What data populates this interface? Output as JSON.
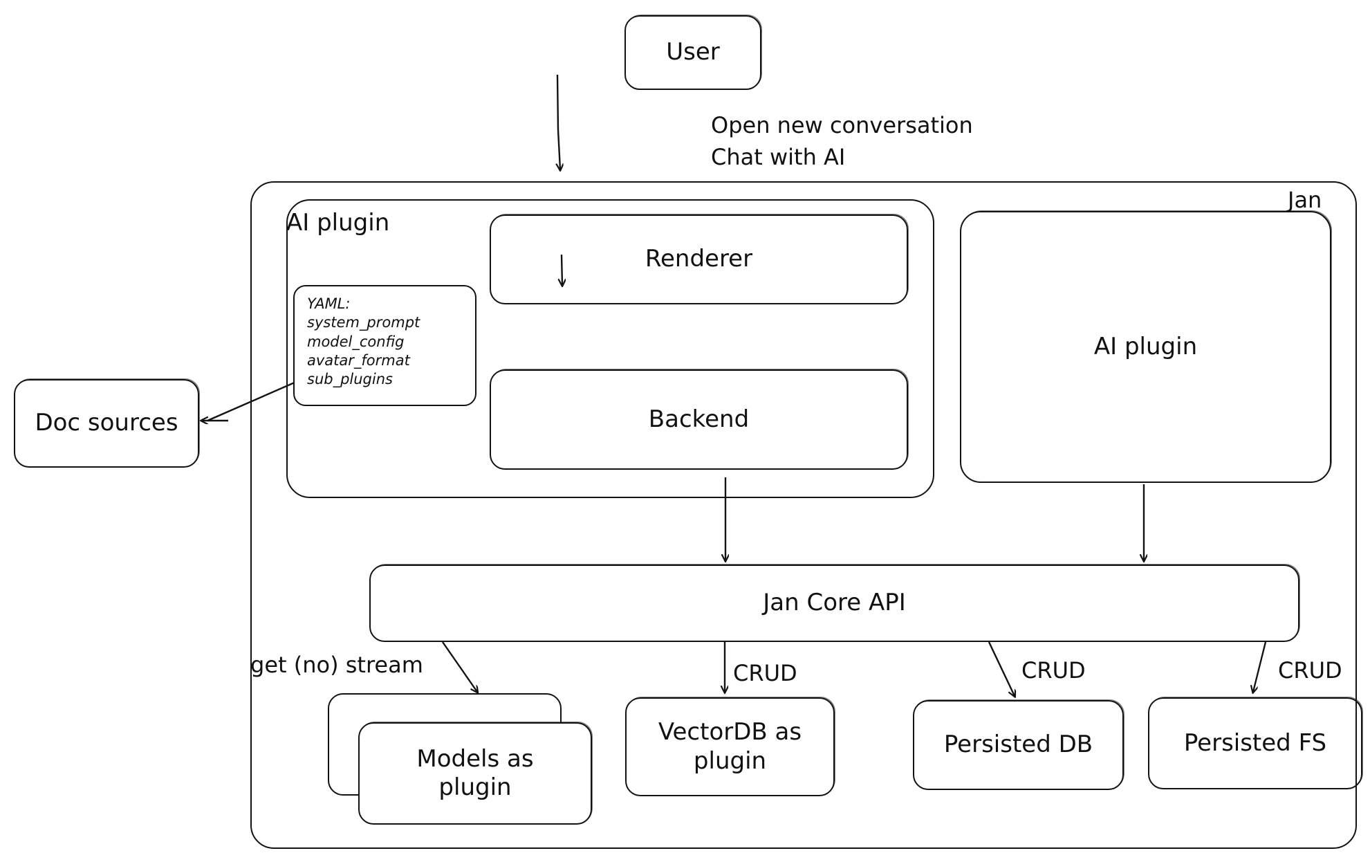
{
  "diagram": {
    "title_hidden": "Jan architecture overview",
    "outer": {
      "label": "Jan"
    },
    "nodes": {
      "user": {
        "label": "User"
      },
      "ai_plugin_group": {
        "label": "AI plugin"
      },
      "renderer": {
        "label": "Renderer"
      },
      "backend": {
        "label": "Backend"
      },
      "ai_plugin_box": {
        "label": "AI plugin"
      },
      "doc_sources": {
        "label": "Doc sources"
      },
      "jan_core_api": {
        "label": "Jan Core API"
      },
      "models_plugin": {
        "label": "Models as plugin"
      },
      "vectordb_plugin": {
        "label": "VectorDB as plugin"
      },
      "persisted_db": {
        "label": "Persisted DB"
      },
      "persisted_fs": {
        "label": "Persisted FS"
      }
    },
    "yaml_card": {
      "lines": [
        "YAML:",
        "system_prompt",
        "model_config",
        "avatar_format",
        "sub_plugins"
      ]
    },
    "edge_labels": {
      "user_to_renderer_line1": "Open new conversation",
      "user_to_renderer_line2": "Chat with AI",
      "get_no_stream": "get (no) stream",
      "crud_vectordb": "CRUD",
      "crud_db": "CRUD",
      "crud_fs": "CRUD"
    },
    "colors": {
      "stroke": "#121212",
      "text": "#111111",
      "background": "#ffffff"
    }
  }
}
